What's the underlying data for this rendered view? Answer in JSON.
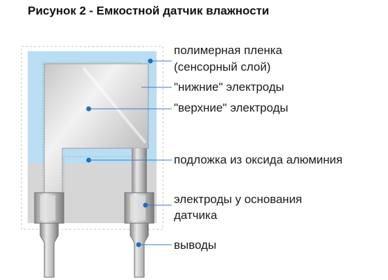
{
  "title": "Рисунок 2 - Емкостной датчик влажности",
  "labels": {
    "polymer_film": "полимерная пленка",
    "sensor_layer": "(сенсорный слой)",
    "lower_electrodes": "\"нижние\" электроды",
    "upper_electrodes": "\"верхние\" электроды",
    "substrate": "подложка из оксида алюминия",
    "base_electrodes": "электроды у основания",
    "base_electrodes_2": "датчика",
    "leads": "выводы"
  },
  "colors": {
    "film": "#b9def3",
    "marker": "#1f6fc2",
    "substrate": "#d6d6d6",
    "leader": "#3a78c8"
  }
}
